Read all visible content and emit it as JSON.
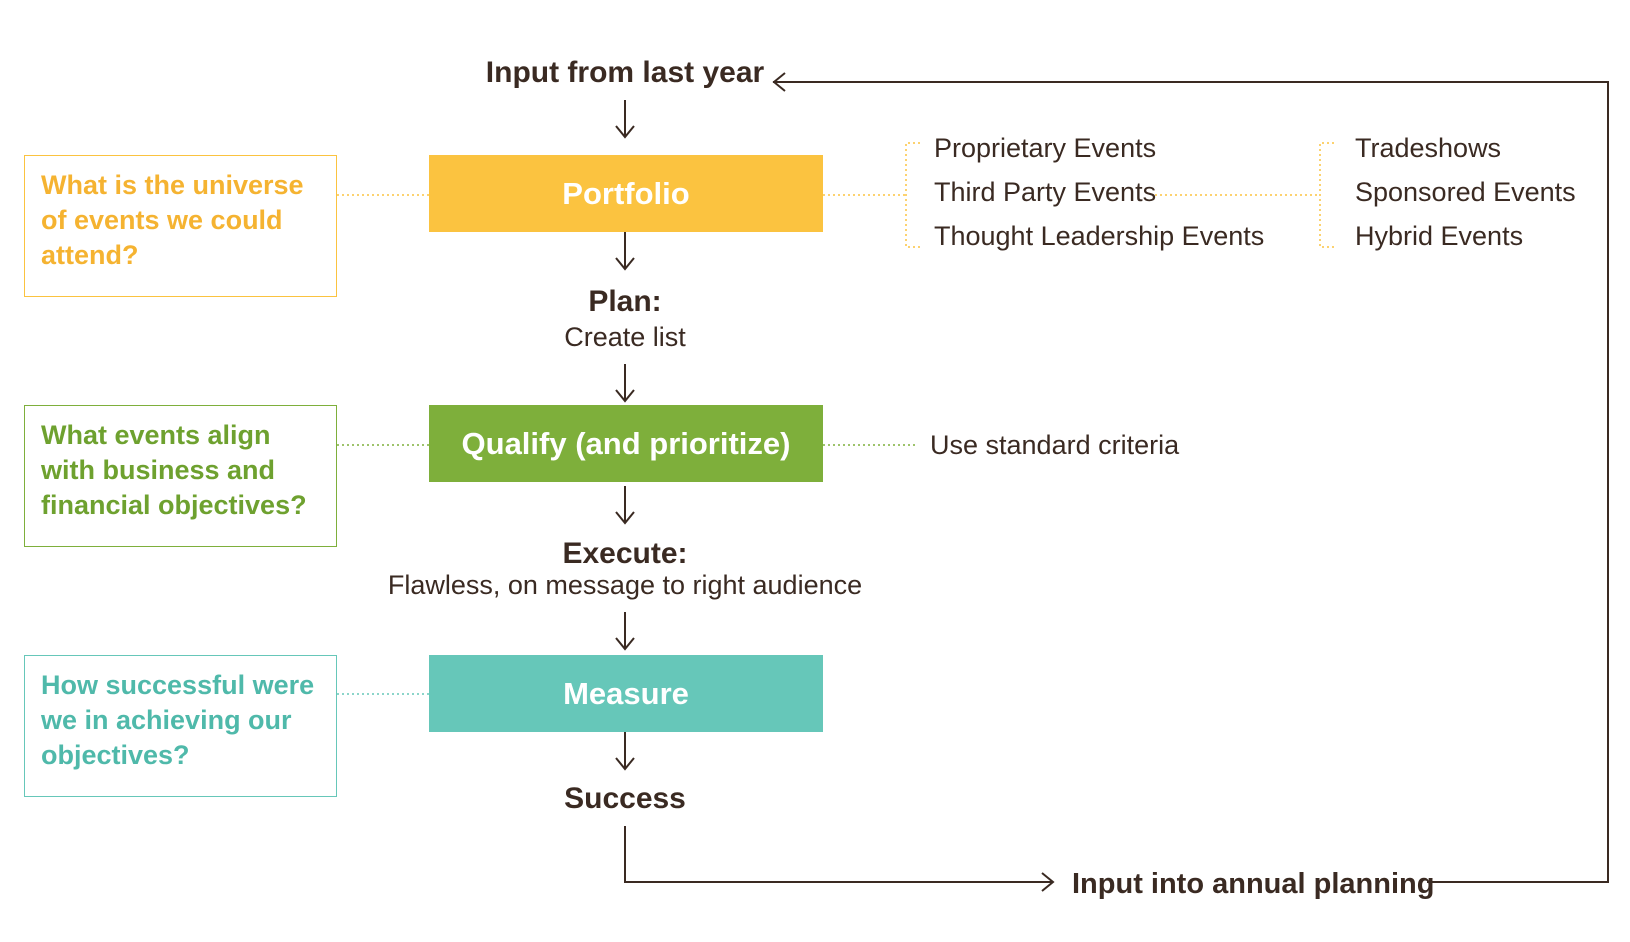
{
  "colors": {
    "portfolio": "#fbc340",
    "qualify": "#7eaf3b",
    "measure": "#66c7b9",
    "ink": "#3a2a22"
  },
  "top_input": "Input from last year",
  "stages": {
    "portfolio": "Portfolio",
    "qualify": "Qualify (and prioritize)",
    "measure": "Measure"
  },
  "steps": {
    "plan_title": "Plan:",
    "plan_desc": "Create list",
    "execute_title": "Execute:",
    "execute_desc": "Flawless, on message to right audience",
    "success": "Success"
  },
  "questions": {
    "portfolio": "What is the universe of events we could attend?",
    "qualify": "What events align with business and financial objectives?",
    "measure": "How successful were we in achieving our objectives?"
  },
  "portfolio_types": [
    "Proprietary Events",
    "Third Party Events",
    "Thought Leadership Events"
  ],
  "third_party_types": [
    "Tradeshows",
    "Sponsored Events",
    "Hybrid Events"
  ],
  "qualify_note": "Use standard criteria",
  "bottom_output": "Input into annual planning"
}
